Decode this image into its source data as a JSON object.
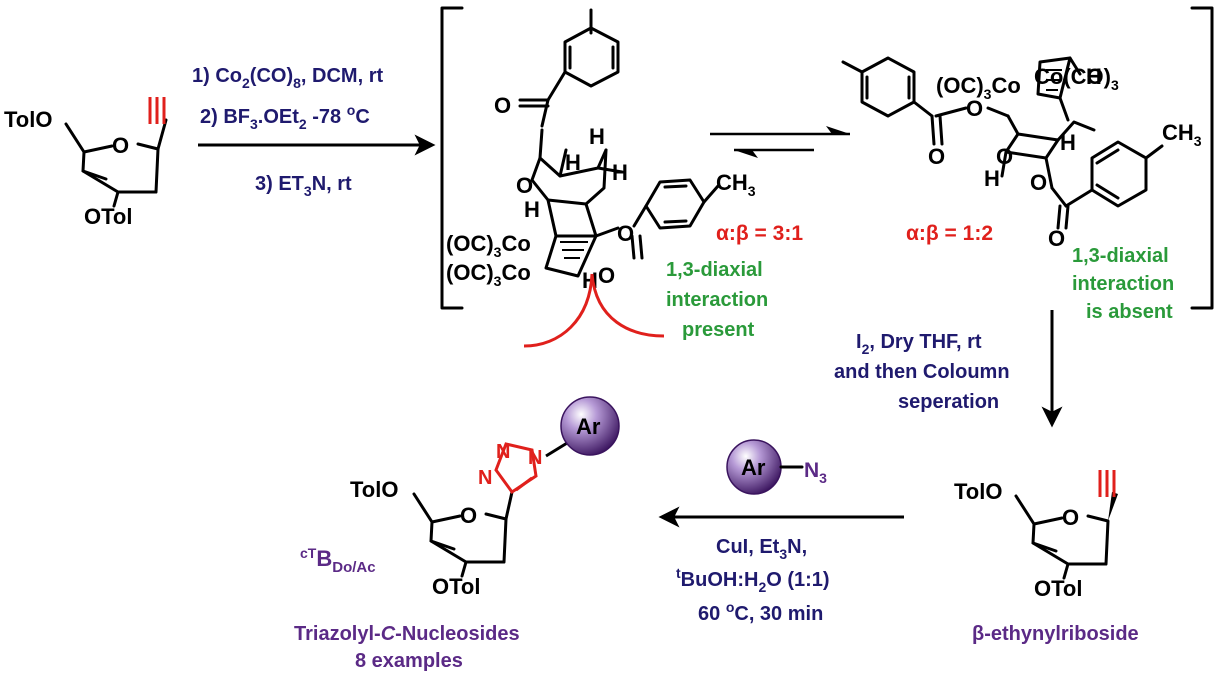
{
  "reaction1": {
    "step1": "1) Co",
    "step1_sub": "2",
    "step1_mid": "(CO)",
    "step1_sub2": "8",
    "step1_end": ", DCM, rt",
    "step2": "2) BF",
    "step2_sub": "3",
    "step2_mid": ".OEt",
    "step2_sub2": "2",
    "step2_end": " -78 ",
    "step2_sup": "o",
    "step2_unit": "C",
    "step3": "3) ET",
    "step3_sub": "3",
    "step3_end": "N, rt"
  },
  "start_material": {
    "tolo": "TolO",
    "otol": "OTol",
    "ring_o": "O"
  },
  "complex_left": {
    "ratio": "α:β = 3:1",
    "note_line1": "1,3-diaxial",
    "note_line2": "interaction",
    "note_line3": "present",
    "ch3": "CH",
    "ch3_sub": "3",
    "co1": "(OC)",
    "co1_sub": "3",
    "co1_end": "Co",
    "co2": "(OC)",
    "co2_sub": "3",
    "co2_end": "Co",
    "o": "O",
    "h": "H"
  },
  "complex_right": {
    "ratio": "α:β = 1:2",
    "note_line1": "1,3-diaxial",
    "note_line2": "interaction",
    "note_line3": "is absent",
    "co_top": "Co(CO)",
    "co_top_sub": "3",
    "co_left": "(OC)",
    "co_left_sub": "3",
    "co_left_end": "Co",
    "ch3": "CH",
    "ch3_sub": "3",
    "o": "O",
    "h": "H"
  },
  "reaction2": {
    "line1": "I",
    "line1_sub": "2",
    "line1_end": ", Dry THF, rt",
    "line2": "and then Coloumn",
    "line3": "seperation"
  },
  "product_beta": {
    "tolo": "TolO",
    "otol": "OTol",
    "ring_o": "O",
    "name": "β-ethynylriboside"
  },
  "reaction3": {
    "ar": "Ar",
    "n3": "N",
    "n3_sub": "3",
    "line1": "CuI, Et",
    "line1_sub": "3",
    "line1_end": "N,",
    "line2_sup": "t",
    "line2": "BuOH:H",
    "line2_sub": "2",
    "line2_end": "O (1:1)",
    "line3": "60 ",
    "line3_sup": "o",
    "line3_end": "C, 30 min"
  },
  "final_product": {
    "tolo": "TolO",
    "otol": "OTol",
    "ring_o": "O",
    "ar": "Ar",
    "n": "N",
    "code_sup": "cT",
    "code": "B",
    "code_sub": "Do/Ac",
    "name_a": "Triazolyl-",
    "name_b": "C",
    "name_c": "-Nucleosides",
    "examples": "8 examples"
  },
  "colors": {
    "navy": "#1f1a6e",
    "red": "#e0201c",
    "green": "#2a9a3a",
    "purple": "#5b2a86",
    "sphere": "#5a2a8e"
  }
}
